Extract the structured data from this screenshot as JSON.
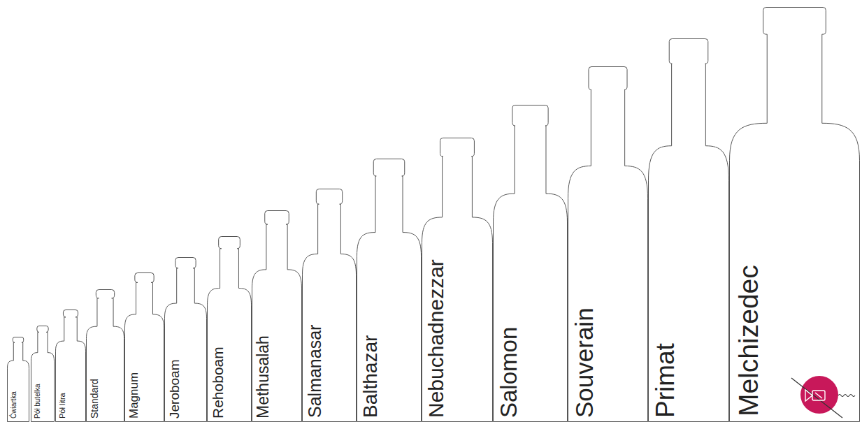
{
  "diagram": {
    "nodes": [
      {
        "text": [
          "Ćwiartka"
        ]
      },
      {
        "text": [
          "Pół butelka"
        ]
      },
      {
        "text": [
          "Pół litra"
        ]
      },
      {
        "text": [
          "Standard"
        ]
      },
      {
        "text": [
          "Magnum"
        ]
      },
      {
        "text": [
          "Jeroboam"
        ]
      },
      {
        "text": [
          "Rehoboam"
        ]
      },
      {
        "text": [
          "Methusalah"
        ]
      },
      {
        "text": [
          "Salmanasar"
        ]
      },
      {
        "text": [
          "Balthazar"
        ]
      },
      {
        "text": [
          "Nebuchadnezzar"
        ]
      },
      {
        "text": [
          "Salomon"
        ]
      },
      {
        "text": [
          "Souverain"
        ]
      },
      {
        "text": [
          "Primat"
        ]
      },
      {
        "text": [
          "Melchizedec"
        ]
      }
    ]
  }
}
